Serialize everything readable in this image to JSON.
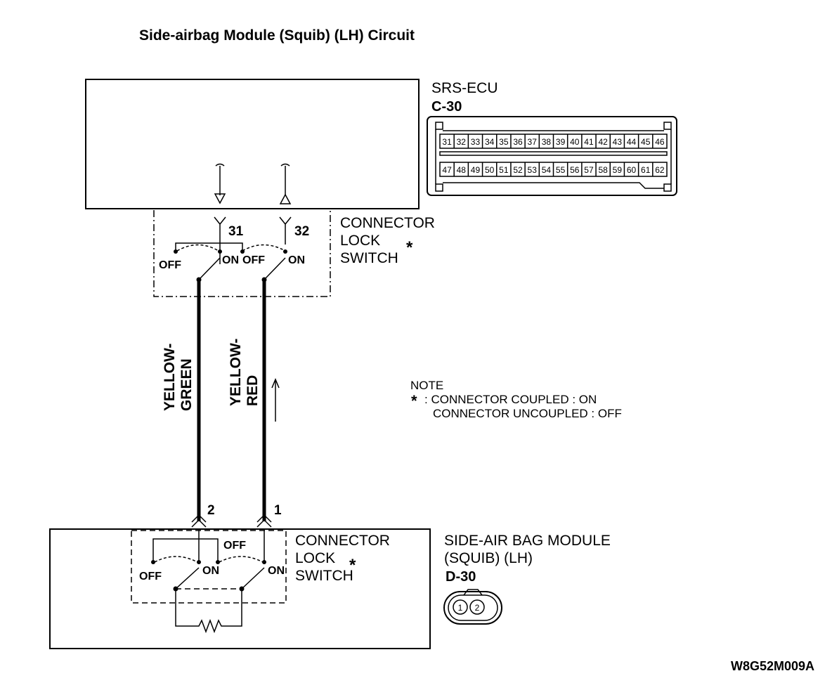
{
  "title": "Side-airbag Module (Squib) (LH) Circuit",
  "ecu": {
    "name": "SRS-ECU",
    "connector_id": "C-30",
    "top_pins": [
      "31",
      "32",
      "33",
      "34",
      "35",
      "36",
      "37",
      "38",
      "39",
      "40",
      "41",
      "42",
      "43",
      "44",
      "45",
      "46"
    ],
    "bottom_pins": [
      "47",
      "48",
      "49",
      "50",
      "51",
      "52",
      "53",
      "54",
      "55",
      "56",
      "57",
      "58",
      "59",
      "60",
      "61",
      "62"
    ],
    "terminal_a": "31",
    "terminal_b": "32"
  },
  "upper_switch": {
    "label_line1": "CONNECTOR",
    "label_line2": "LOCK",
    "label_line3": "SWITCH",
    "asterisk": "*",
    "left_off": "OFF",
    "left_on": "ON",
    "right_off": "OFF",
    "right_on": "ON"
  },
  "wires": {
    "left_line1": "YELLOW-",
    "left_line2": "GREEN",
    "right_line1": "YELLOW-",
    "right_line2": "RED"
  },
  "note": {
    "heading": "NOTE",
    "asterisk": "*",
    "line1": ": CONNECTOR COUPLED : ON",
    "line2": "CONNECTOR UNCOUPLED : OFF"
  },
  "module": {
    "name_line1": "SIDE-AIR BAG MODULE",
    "name_line2": "(SQUIB) (LH)",
    "connector_id": "D-30",
    "terminal_left": "2",
    "terminal_right": "1",
    "pin1": "1",
    "pin2": "2"
  },
  "lower_switch": {
    "label_line1": "CONNECTOR",
    "label_line2": "LOCK",
    "label_line3": "SWITCH",
    "asterisk": "*",
    "left_off": "OFF",
    "left_on": "ON",
    "right_off": "OFF",
    "right_on": "ON"
  },
  "figure_code": "W8G52M009A"
}
